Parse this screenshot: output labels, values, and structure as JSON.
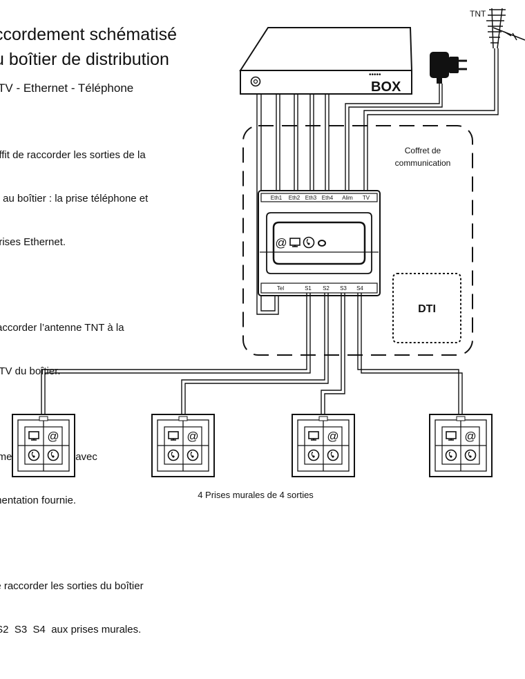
{
  "title_line1": "ccordement schématisé",
  "title_line2": "u boîtier de distribution",
  "subtitle": "TV - Ethernet - Téléphone",
  "steps": [
    [
      "uffit de raccorder les sorties de la",
      "X au boîtier : la prise téléphone et",
      "prises Ethernet."
    ],
    [
      "raccorder l’antenne TNT à la",
      "eTV du boîtier."
    ],
    [
      "limenter le boîtier avec",
      "mentation fournie."
    ],
    [
      "le raccorder les sorties du boîtier",
      " S2  S3  S4  aux prises murales."
    ]
  ],
  "box": {
    "label": "BOX",
    "dots": "•••••"
  },
  "antenna_label": "TNT",
  "enclosure_label_line1": "Coffret de",
  "enclosure_label_line2": "communication",
  "dti_label": "DTI",
  "distributor": {
    "top_ports": [
      "Eth1",
      "Eth2",
      "Eth3",
      "Eth4",
      "Alim",
      "TV"
    ],
    "bottom_ports": [
      "Tel",
      "S1",
      "S2",
      "S3",
      "S4"
    ],
    "icons_row": [
      "at-icon",
      "tv-icon",
      "phone-icon",
      "ring-icon"
    ]
  },
  "wall_outlets": {
    "count": 4,
    "icons": [
      "tv-icon",
      "at-icon",
      "phone-icon",
      "phone-icon"
    ]
  },
  "caption": "4 Prises murales de 4 sorties"
}
